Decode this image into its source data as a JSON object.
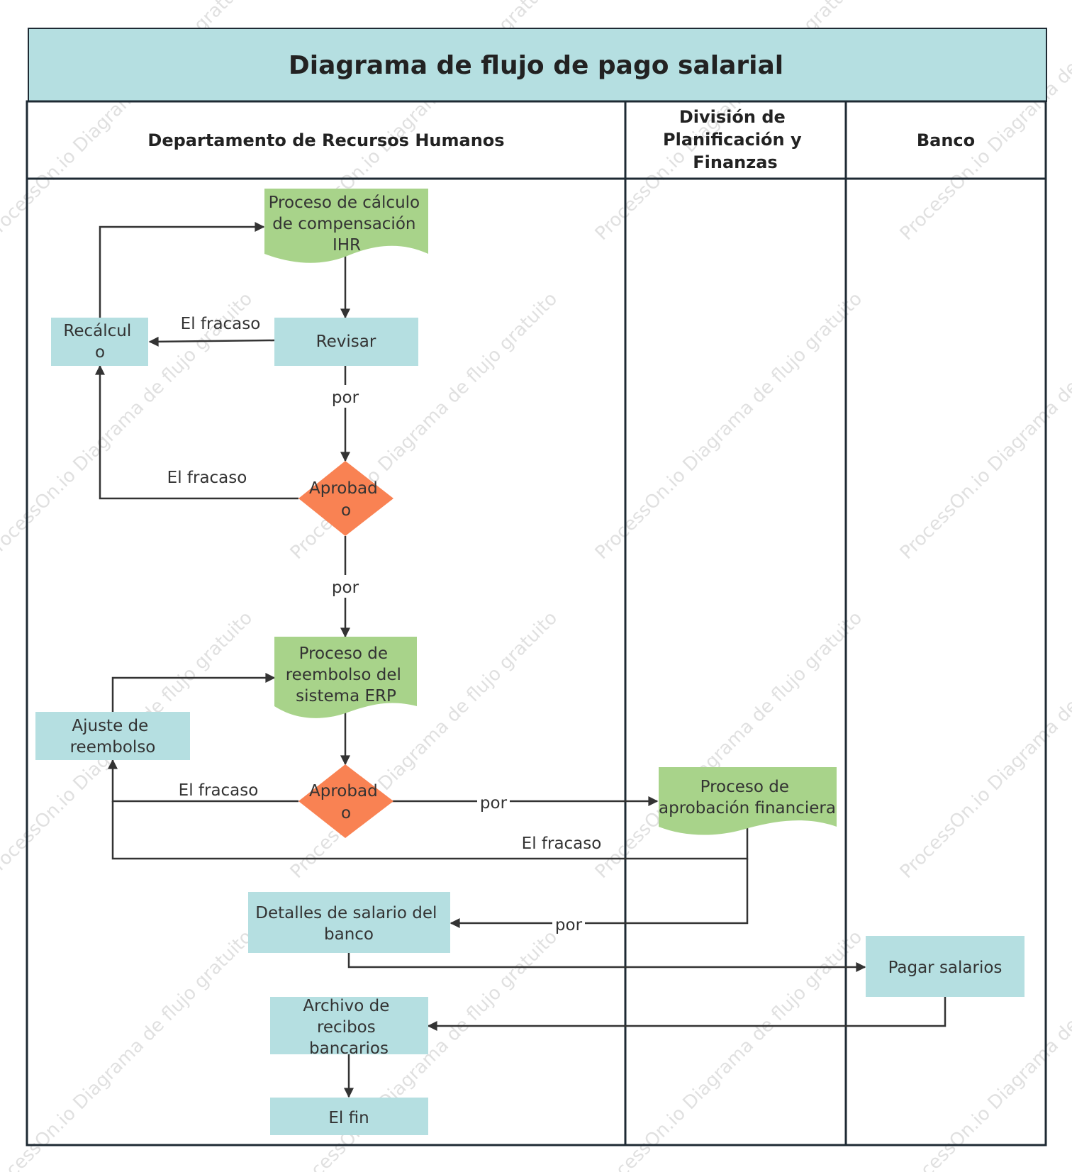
{
  "title": "Diagrama de flujo de pago salarial",
  "lanes": [
    {
      "id": "hr",
      "label": "Departamento de Recursos Humanos"
    },
    {
      "id": "fin",
      "label": "División de Planificación y Finanzas"
    },
    {
      "id": "bank",
      "label": "Banco"
    }
  ],
  "colors": {
    "header": "#b5dfe1",
    "process": "#b5dfe1",
    "document": "#a8d38a",
    "decision": "#f98253",
    "line": "#333333",
    "border": "#1e2a33"
  },
  "nodes": [
    {
      "id": "n1",
      "type": "document",
      "label": "Proceso de cálculo de compensación IHR"
    },
    {
      "id": "n2",
      "type": "process",
      "label": "Revisar"
    },
    {
      "id": "n3",
      "type": "process",
      "label": "Recálculo"
    },
    {
      "id": "n4",
      "type": "decision",
      "label": "Aprobado"
    },
    {
      "id": "n5",
      "type": "document",
      "label": "Proceso de reembolso del sistema ERP"
    },
    {
      "id": "n6",
      "type": "process",
      "label": "Ajuste de reembolso"
    },
    {
      "id": "n7",
      "type": "decision",
      "label": "Aprobado"
    },
    {
      "id": "n8",
      "type": "document",
      "label": "Proceso de aprobación financiera"
    },
    {
      "id": "n9",
      "type": "process",
      "label": "Detalles de salario del banco"
    },
    {
      "id": "n10",
      "type": "process",
      "label": "Pagar salarios"
    },
    {
      "id": "n11",
      "type": "process",
      "label": "Archivo de recibos bancarios"
    },
    {
      "id": "n12",
      "type": "process",
      "label": "El fin"
    }
  ],
  "edges": [
    {
      "from": "n1",
      "to": "n2",
      "label": ""
    },
    {
      "from": "n2",
      "to": "n3",
      "label": "El fracaso"
    },
    {
      "from": "n3",
      "to": "n1",
      "label": ""
    },
    {
      "from": "n2",
      "to": "n4",
      "label": "por"
    },
    {
      "from": "n4",
      "to": "n3",
      "label": "El fracaso"
    },
    {
      "from": "n4",
      "to": "n5",
      "label": "por"
    },
    {
      "from": "n6",
      "to": "n5",
      "label": ""
    },
    {
      "from": "n5",
      "to": "n7",
      "label": ""
    },
    {
      "from": "n7",
      "to": "n6",
      "label": "El fracaso"
    },
    {
      "from": "n7",
      "to": "n8",
      "label": "por"
    },
    {
      "from": "n8",
      "to": "n6",
      "label": "El fracaso"
    },
    {
      "from": "n8",
      "to": "n9",
      "label": "por"
    },
    {
      "from": "n9",
      "to": "n10",
      "label": ""
    },
    {
      "from": "n10",
      "to": "n11",
      "label": ""
    },
    {
      "from": "n11",
      "to": "n12",
      "label": ""
    }
  ],
  "watermark": "ProcessOn.io Diagrama de flujo gratuito"
}
